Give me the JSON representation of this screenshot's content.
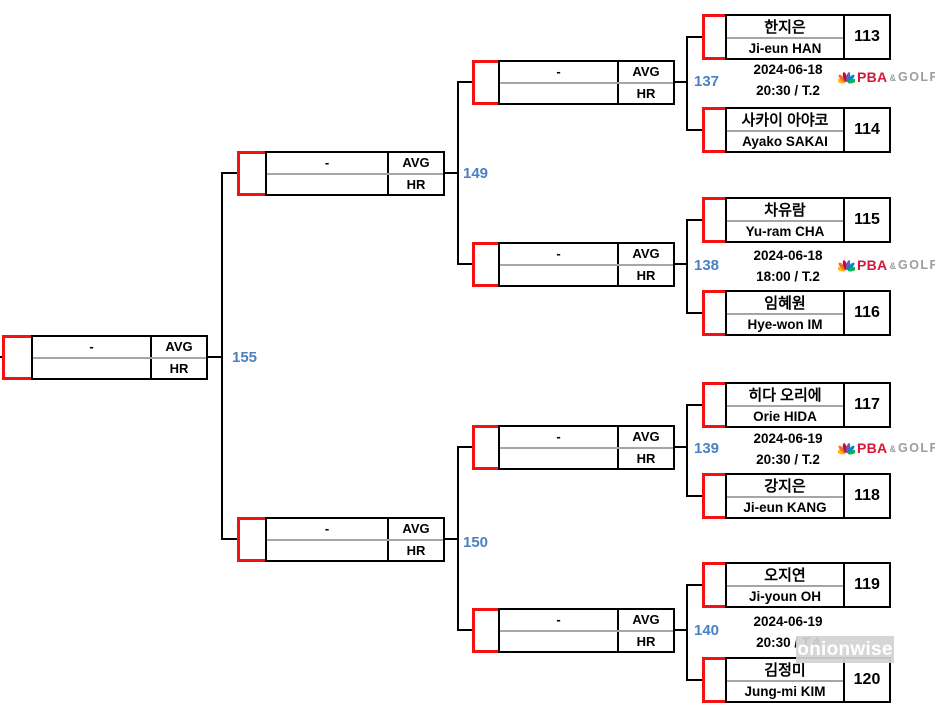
{
  "labels": {
    "dash": "-",
    "avg": "AVG",
    "hr": "HR"
  },
  "final": {
    "match_no": "155"
  },
  "semifinals": [
    {
      "match_no": "149"
    },
    {
      "match_no": "150"
    }
  ],
  "matches": [
    {
      "match_no": "137",
      "date": "2024-06-18",
      "time": "20:30 / T.2",
      "players": [
        {
          "name_kr": "한지은",
          "name_en": "Ji-eun HAN",
          "seed": "113"
        },
        {
          "name_kr": "사카이 아야코",
          "name_en": "Ayako SAKAI",
          "seed": "114"
        }
      ]
    },
    {
      "match_no": "138",
      "date": "2024-06-18",
      "time": "18:00 / T.2",
      "players": [
        {
          "name_kr": "차유람",
          "name_en": "Yu-ram CHA",
          "seed": "115"
        },
        {
          "name_kr": "임혜원",
          "name_en": "Hye-won IM",
          "seed": "116"
        }
      ]
    },
    {
      "match_no": "139",
      "date": "2024-06-19",
      "time": "20:30 / T.2",
      "players": [
        {
          "name_kr": "히다 오리에",
          "name_en": "Orie HIDA",
          "seed": "117"
        },
        {
          "name_kr": "강지은",
          "name_en": "Ji-eun KANG",
          "seed": "118"
        }
      ]
    },
    {
      "match_no": "140",
      "date": "2024-06-19",
      "time": "20:30 / T.4",
      "players": [
        {
          "name_kr": "오지연",
          "name_en": "Ji-youn OH",
          "seed": "119"
        },
        {
          "name_kr": "김정미",
          "name_en": "Jung-mi KIM",
          "seed": "120"
        }
      ]
    }
  ],
  "logo": {
    "pba": "PBA",
    "amp": "&",
    "golf": "GOLF"
  },
  "watermark": "onionwise",
  "colors": {
    "accent_red": "#f31111",
    "match_no_blue": "#4a80c4",
    "divider_gray": "#a6a6a6",
    "logo_red": "#d6173a",
    "logo_gray": "#9b9da0"
  }
}
